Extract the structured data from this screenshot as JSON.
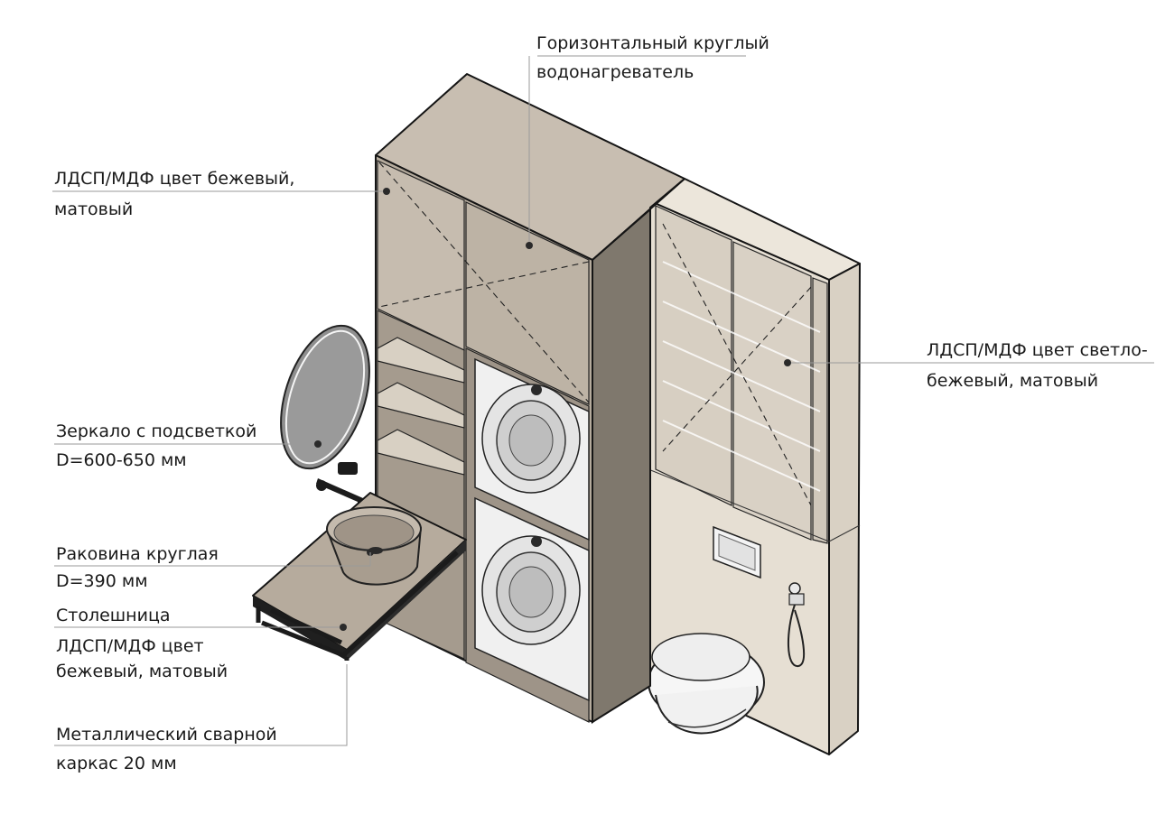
{
  "colors": {
    "beige_dark": "#b3a99b",
    "beige_mid": "#c8bfb2",
    "beige_light": "#e4ddd1",
    "glass": "#cbc3b6",
    "metal": "#222222",
    "appliance_white": "#f2f2f2"
  },
  "annotations": [
    {
      "id": "water-heater",
      "lines": [
        "Горизонтальный круглый",
        "водонагреватель"
      ]
    },
    {
      "id": "beige-cabinet",
      "lines": [
        "ЛДСП/МДФ цвет бежевый,",
        "матовый"
      ]
    },
    {
      "id": "light-beige-cabinet",
      "lines": [
        "ЛДСП/МДФ цвет светло-",
        "бежевый, матовый"
      ]
    },
    {
      "id": "mirror",
      "lines": [
        "Зеркало с подсветкой",
        "D=600-650 мм"
      ]
    },
    {
      "id": "sink",
      "lines": [
        "Раковина круглая",
        "D=390 мм"
      ]
    },
    {
      "id": "countertop",
      "lines": [
        "Столешница",
        "ЛДСП/МДФ цвет",
        "бежевый, матовый"
      ]
    },
    {
      "id": "frame",
      "lines": [
        "Металлический сварной",
        "каркас 20 мм"
      ]
    }
  ]
}
